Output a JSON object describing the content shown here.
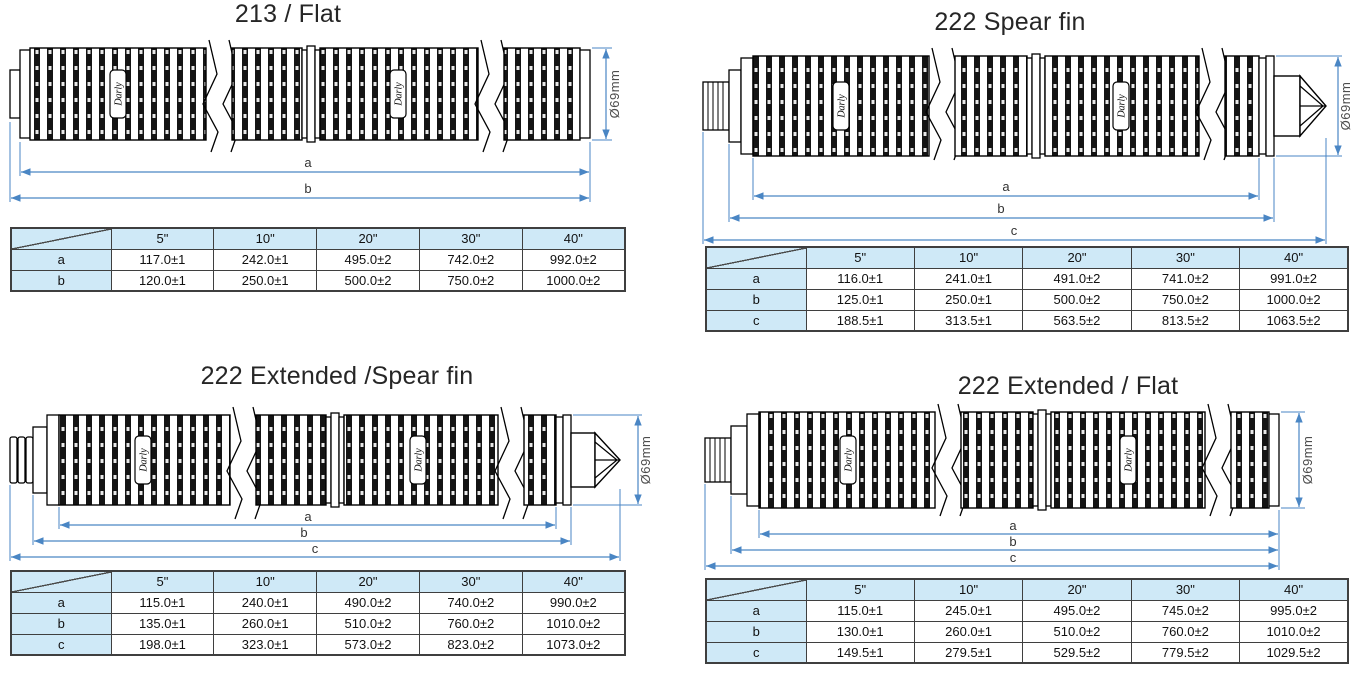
{
  "brand_plate": "Darly",
  "colors": {
    "dimension_blue": "#4a86c4",
    "table_header_bg": "#cfe9f7",
    "table_border": "#3f3f3f",
    "title_color": "#262626"
  },
  "sections": [
    {
      "id": "213-flat",
      "title": "213 / Flat",
      "diameter_label": "Ø69mm",
      "dim_labels": [
        "a",
        "b"
      ],
      "table": {
        "col_headers": [
          "5\"",
          "10\"",
          "20\"",
          "30\"",
          "40\""
        ],
        "rows": [
          {
            "label": "a",
            "values": [
              "117.0±1",
              "242.0±1",
              "495.0±2",
              "742.0±2",
              "992.0±2"
            ]
          },
          {
            "label": "b",
            "values": [
              "120.0±1",
              "250.0±1",
              "500.0±2",
              "750.0±2",
              "1000.0±2"
            ]
          }
        ]
      }
    },
    {
      "id": "222-spear-fin",
      "title": "222 Spear fin",
      "diameter_label": "Ø69mm",
      "dim_labels": [
        "a",
        "b",
        "c"
      ],
      "table": {
        "col_headers": [
          "5\"",
          "10\"",
          "20\"",
          "30\"",
          "40\""
        ],
        "rows": [
          {
            "label": "a",
            "values": [
              "116.0±1",
              "241.0±1",
              "491.0±2",
              "741.0±2",
              "991.0±2"
            ]
          },
          {
            "label": "b",
            "values": [
              "125.0±1",
              "250.0±1",
              "500.0±2",
              "750.0±2",
              "1000.0±2"
            ]
          },
          {
            "label": "c",
            "values": [
              "188.5±1",
              "313.5±1",
              "563.5±2",
              "813.5±2",
              "1063.5±2"
            ]
          }
        ]
      }
    },
    {
      "id": "222-extended-spear-fin",
      "title": "222 Extended /Spear fin",
      "diameter_label": "Ø69mm",
      "dim_labels": [
        "a",
        "b",
        "c"
      ],
      "table": {
        "col_headers": [
          "5\"",
          "10\"",
          "20\"",
          "30\"",
          "40\""
        ],
        "rows": [
          {
            "label": "a",
            "values": [
              "115.0±1",
              "240.0±1",
              "490.0±2",
              "740.0±2",
              "990.0±2"
            ]
          },
          {
            "label": "b",
            "values": [
              "135.0±1",
              "260.0±1",
              "510.0±2",
              "760.0±2",
              "1010.0±2"
            ]
          },
          {
            "label": "c",
            "values": [
              "198.0±1",
              "323.0±1",
              "573.0±2",
              "823.0±2",
              "1073.0±2"
            ]
          }
        ]
      }
    },
    {
      "id": "222-extended-flat",
      "title": "222 Extended / Flat",
      "diameter_label": "Ø69mm",
      "dim_labels": [
        "a",
        "b",
        "c"
      ],
      "table": {
        "col_headers": [
          "5\"",
          "10\"",
          "20\"",
          "30\"",
          "40\""
        ],
        "rows": [
          {
            "label": "a",
            "values": [
              "115.0±1",
              "245.0±1",
              "495.0±2",
              "745.0±2",
              "995.0±2"
            ]
          },
          {
            "label": "b",
            "values": [
              "130.0±1",
              "260.0±1",
              "510.0±2",
              "760.0±2",
              "1010.0±2"
            ]
          },
          {
            "label": "c",
            "values": [
              "149.5±1",
              "279.5±1",
              "529.5±2",
              "779.5±2",
              "1029.5±2"
            ]
          }
        ]
      }
    }
  ]
}
